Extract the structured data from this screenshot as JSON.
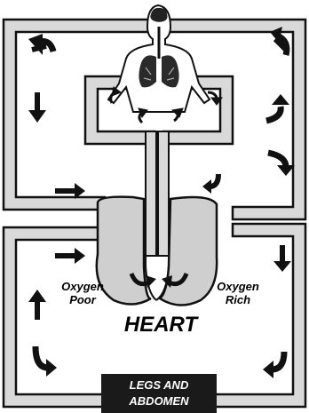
{
  "labels": {
    "oxygen_poor_line1": "Oxygen",
    "oxygen_poor_line2": "Poor",
    "oxygen_rich_line1": "Oxygen",
    "oxygen_rich_line2": "Rich",
    "heart": "HEART",
    "legs_line1": "LEGS AND",
    "legs_line2": "ABDOMEN"
  },
  "colors": {
    "vessel_fill": "#d9d9d9",
    "outline": "#111111",
    "heart_fill": "#cfcfcf",
    "body_fill": "#ffffff",
    "box_fill": "#1a1a1a"
  }
}
